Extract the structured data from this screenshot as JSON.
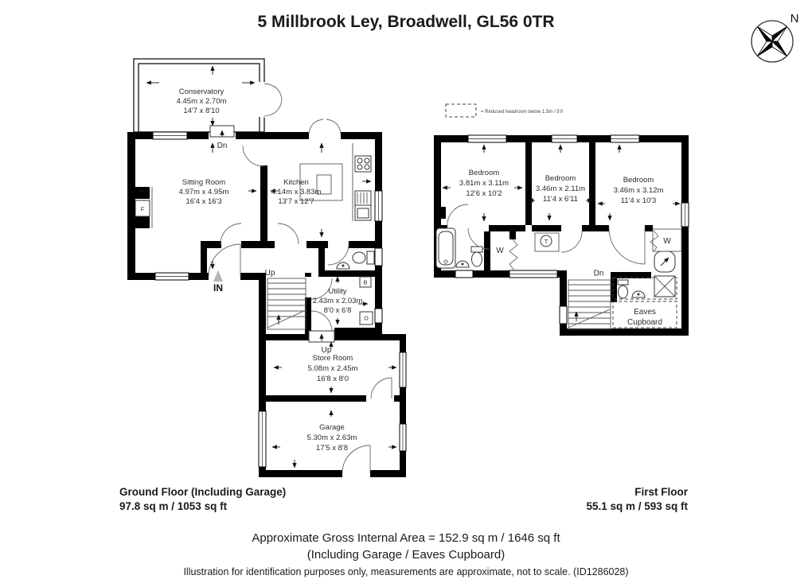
{
  "title": "5 Millbrook Ley, Broadwell, GL56 0TR",
  "compass": {
    "north_label": "N"
  },
  "legend_text": "= Reduced headroom below 1.5m / 5'0",
  "ground_floor": {
    "floor_label": "Ground Floor (Including Garage)",
    "floor_area": "97.8 sq m / 1053 sq ft",
    "rooms": [
      {
        "name": "Conservatory",
        "metric": "4.45m x 2.70m",
        "imperial": "14'7 x 8'10"
      },
      {
        "name": "Sitting Room",
        "metric": "4.97m x 4.95m",
        "imperial": "16'4 x 16'3"
      },
      {
        "name": "Kitchen",
        "metric": "4.14m x 3.83m",
        "imperial": "13'7 x 12'7"
      },
      {
        "name": "Utility",
        "metric": "2.43m x 2.03m",
        "imperial": "8'0 x 6'8"
      },
      {
        "name": "Store Room",
        "metric": "5.08m x 2.45m",
        "imperial": "16'8 x 8'0"
      },
      {
        "name": "Garage",
        "metric": "5.30m x 2.63m",
        "imperial": "17'5 x 8'8"
      }
    ],
    "annotations": {
      "dn": "Dn",
      "up_stairs": "Up",
      "up_step": "Up",
      "entrance": "IN",
      "fireplace": "F",
      "boiler": "B"
    }
  },
  "first_floor": {
    "floor_label": "First Floor",
    "floor_area": "55.1 sq m / 593 sq ft",
    "rooms": [
      {
        "name": "Bedroom",
        "metric": "3.81m x 3.11m",
        "imperial": "12'6 x 10'2"
      },
      {
        "name": "Bedroom",
        "metric": "3.46m x 2.11m",
        "imperial": "11'4 x 6'11"
      },
      {
        "name": "Bedroom",
        "metric": "3.46m x 3.12m",
        "imperial": "11'4 x 10'3"
      }
    ],
    "eaves_cupboard": {
      "line1": "Eaves",
      "line2": "Cupboard"
    },
    "annotations": {
      "dn": "Dn",
      "wardrobe_left": "W",
      "wardrobe_right": "W",
      "tank": "T"
    }
  },
  "footer": {
    "gross_area": "Approximate Gross Internal Area = 152.9 sq m / 1646 sq ft",
    "including": "(Including Garage / Eaves Cupboard)",
    "disclaimer": "Illustration for identification purposes only, measurements are approximate, not to scale. (ID1286028)"
  }
}
